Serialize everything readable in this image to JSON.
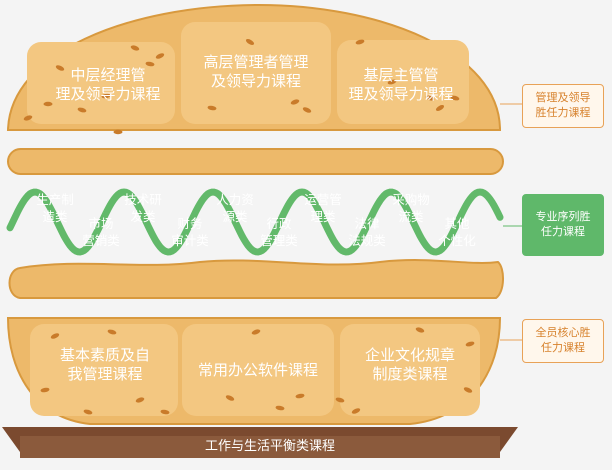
{
  "top_bun": {
    "left": "中层经理管\n理及领导力课程",
    "center": "高层管理者管理\n及领导力课程",
    "right": "基层主管管\n理及领导力课程"
  },
  "middle_filling": {
    "labels": [
      "生产制\n造类",
      "市场\n营销类",
      "技术研\n发类",
      "财务\n审计类",
      "人力资\n源类",
      "行政\n管理类",
      "运营管\n理类",
      "法律\n法规类",
      "采购物\n流类",
      "其他\n个性化"
    ]
  },
  "bottom_bun": {
    "left": "基本素质及自\n我管理课程",
    "center": "常用办公软件课程",
    "right": "企业文化规章\n制度类课程"
  },
  "base_label": "工作与生活平衡类课程",
  "side_tags": {
    "top": "管理及领导\n胜任力课程",
    "middle": "专业序列胜\n任力课程",
    "bottom": "全员核心胜\n任力课程"
  },
  "colors": {
    "bun": "#edb96a",
    "bun_panel": "#f3c781",
    "seed": "#c97b2a",
    "bread_edge": "#d8993e",
    "wave": "#62b96a",
    "base": "#8b5a3c",
    "tag_orange": "#e8a257",
    "tag_green": "#5fb86a"
  }
}
